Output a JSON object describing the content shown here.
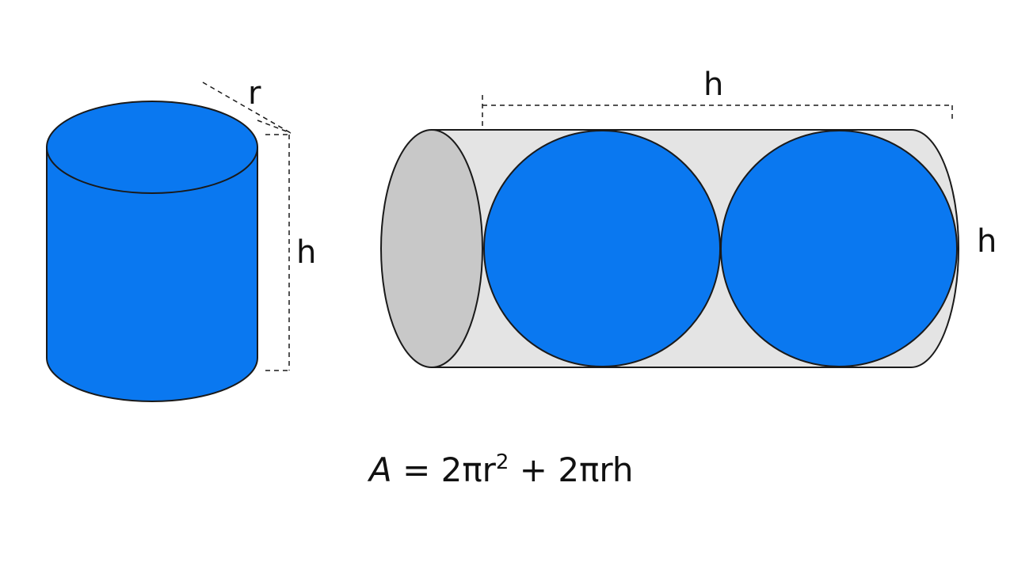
{
  "colors": {
    "blue": "#0a78f0",
    "outline": "#1a1a1a",
    "body_gray": "#e4e4e4",
    "end_gray": "#c8c8c8",
    "background": "#ffffff"
  },
  "labels": {
    "radius": "r",
    "height_cylinder": "h",
    "height_top": "h",
    "height_right": "h"
  },
  "formula": {
    "lhs": "A",
    "equals": " = 2πr",
    "exponent": "2",
    "rest": " + 2πrh"
  }
}
